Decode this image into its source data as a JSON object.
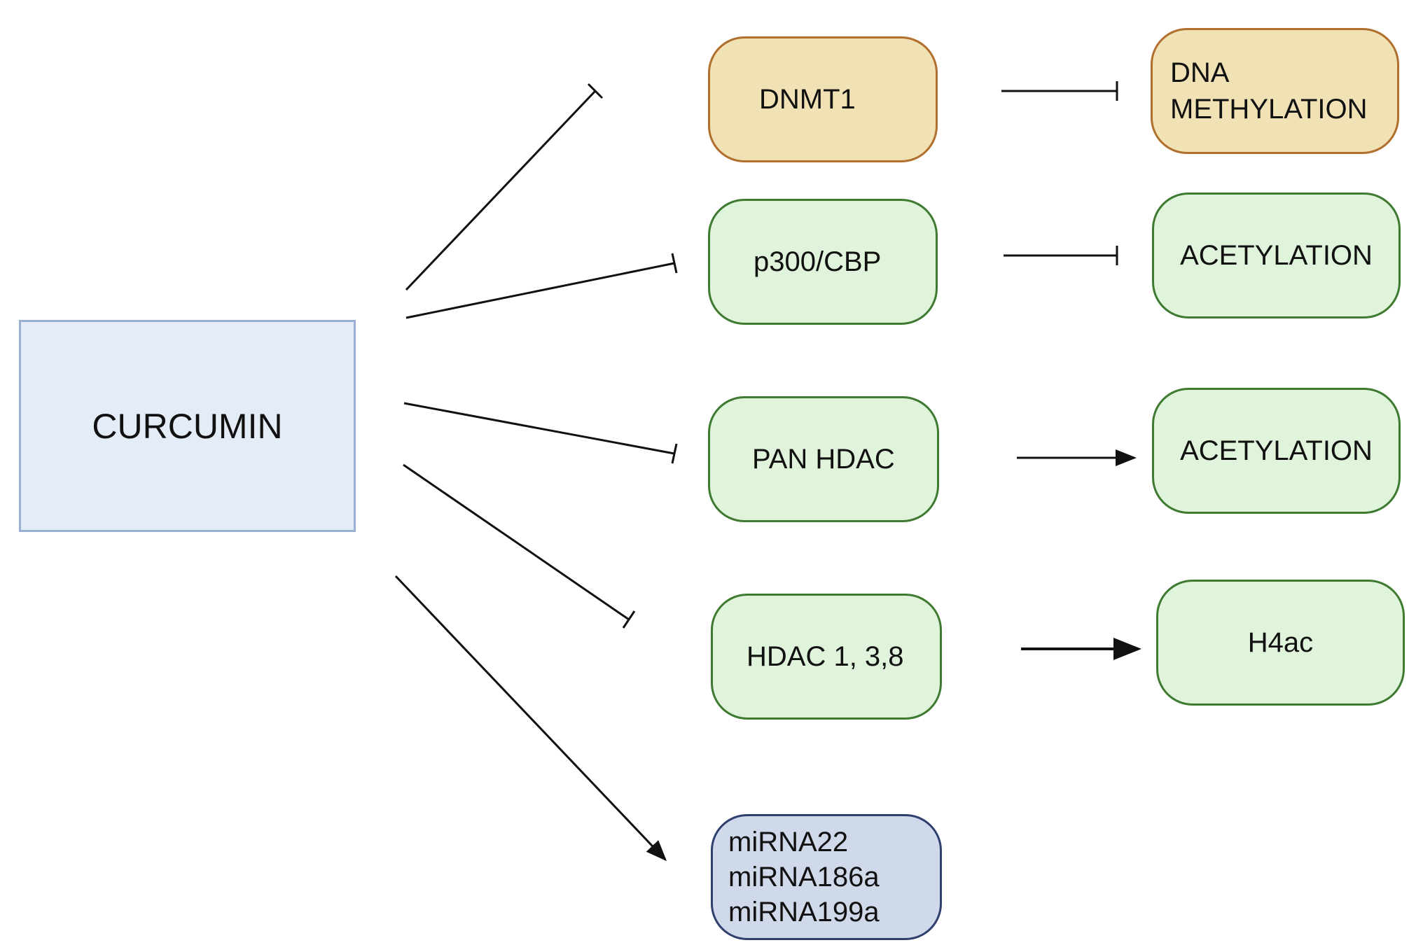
{
  "source": {
    "label": "CURCUMIN"
  },
  "targets": [
    {
      "label": "DNMT1",
      "effect": "inhibits"
    },
    {
      "label": "p300/CBP",
      "effect": "inhibits"
    },
    {
      "label": "PAN HDAC",
      "effect": "inhibits"
    },
    {
      "label": "HDAC 1, 3,8",
      "effect": "inhibits"
    },
    {
      "label": "miRNA22\nmiRNA186a\nmiRNA199a",
      "effect": "activates"
    }
  ],
  "outcomes": [
    {
      "label": "DNA\nMETHYLATION",
      "effect": "inhibits"
    },
    {
      "label": "ACETYLATION",
      "effect": "inhibits"
    },
    {
      "label": "ACETYLATION",
      "effect": "activates"
    },
    {
      "label": "H4ac",
      "effect": "activates"
    }
  ],
  "colors": {
    "curcumin_fill": "#e4ecf7",
    "curcumin_border": "#99b0d3",
    "methylation_fill": "#f1e2b5",
    "methylation_border": "#b06f2c",
    "acetylation_fill": "#e0f3db",
    "acetylation_border": "#3e7a30",
    "mirna_fill": "#d0d9ea",
    "mirna_border": "#2f3f6e"
  }
}
